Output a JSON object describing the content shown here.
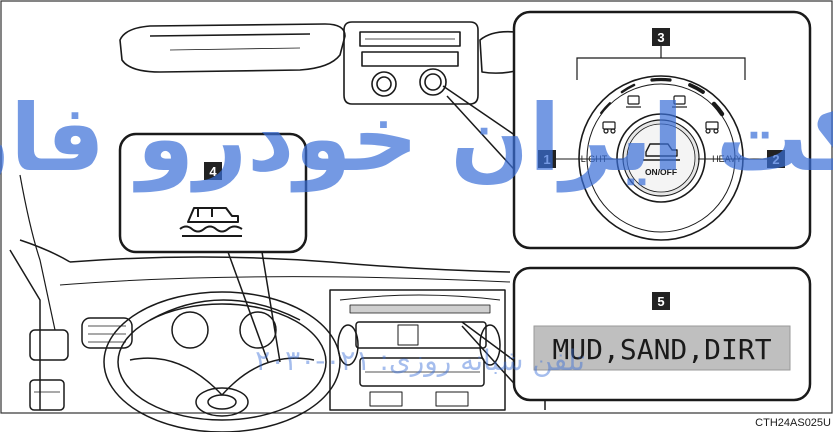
{
  "callouts": {
    "c1": "1",
    "c2": "2",
    "c3": "3",
    "c4": "4",
    "c5": "5"
  },
  "dial": {
    "light_label": "LIGHT",
    "heavy_label": "HEAVY",
    "knob_label": "ON/OFF"
  },
  "display": {
    "text": "MUD,SAND,DIRT"
  },
  "watermark": {
    "line1": "شرکت ایران خودرو فارما",
    "line2": "تلفن شبانه روزی: ۰۲۱-۲۰۳۰"
  },
  "figure_code": "CTH24AS025U",
  "colors": {
    "line": "#1a1a1a",
    "watermark": "#3a6fd8",
    "display_bg": "#bfbfbf",
    "callout_bg": "#222222",
    "callout_fg": "#ffffff"
  },
  "icons": [
    "vehicle-terrain-icon",
    "crawl-mode-icons"
  ]
}
